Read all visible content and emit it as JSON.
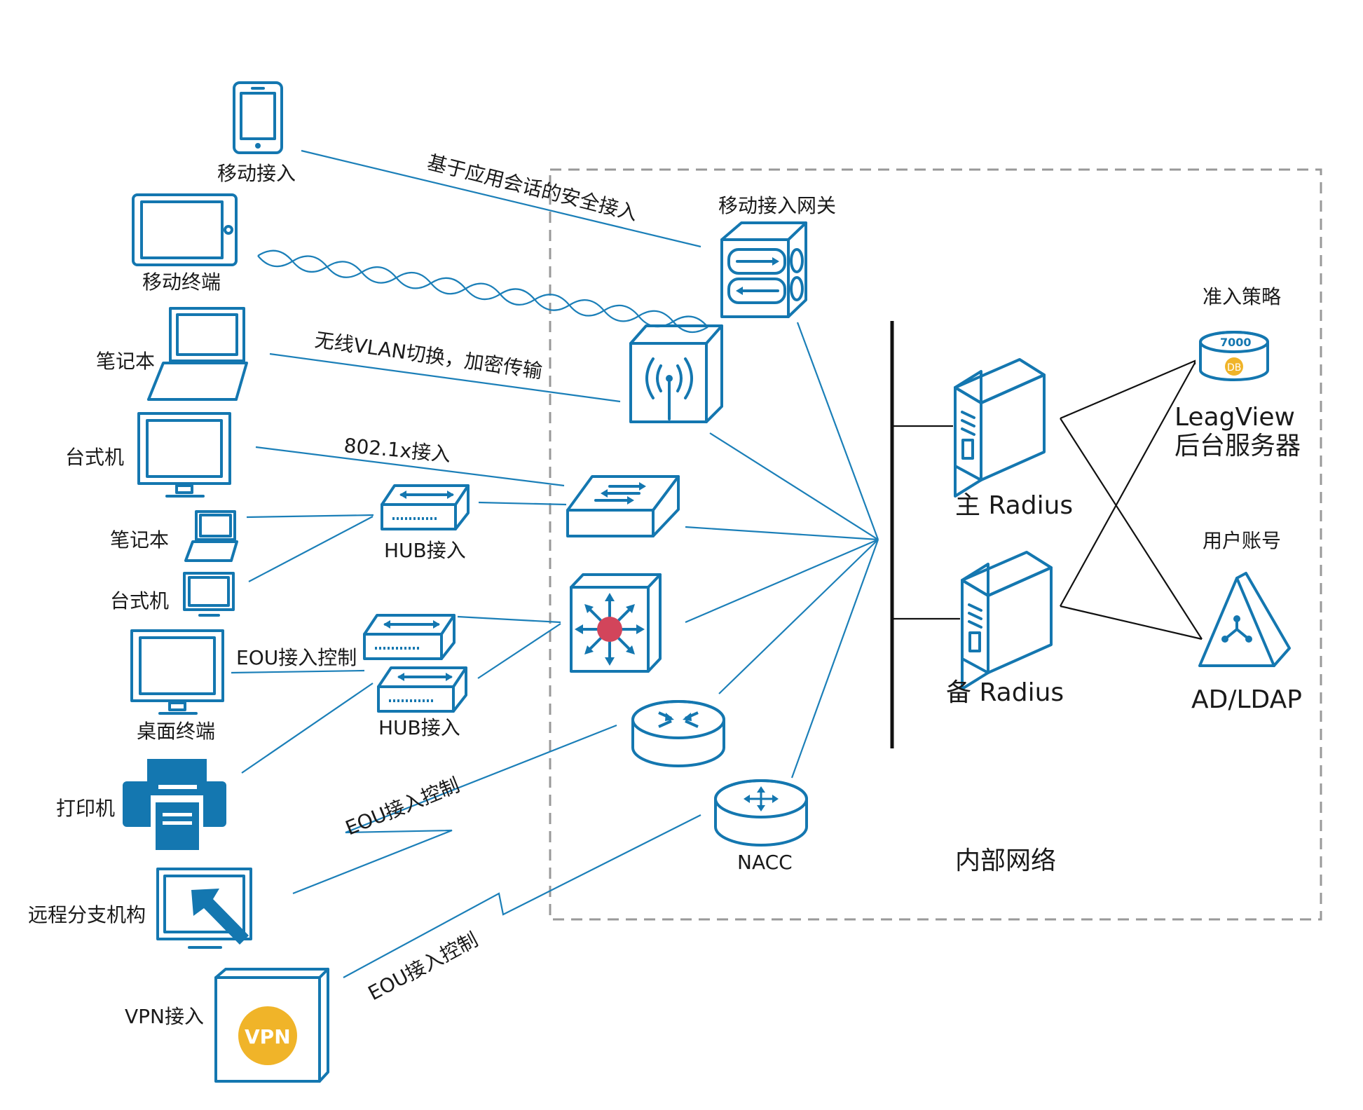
{
  "colors": {
    "icon": "#1477b0",
    "accent_red": "#d2455b",
    "accent_yellow": "#f0b429",
    "frame": "#999999",
    "bus": "#111111"
  },
  "devices": {
    "mobile_access": "移动接入",
    "mobile_terminal": "移动终端",
    "laptop_1": "笔记本",
    "desktop_1": "台式机",
    "laptop_2": "笔记本",
    "desktop_2": "台式机",
    "desktop_terminal": "桌面终端",
    "printer": "打印机",
    "remote_branch": "远程分支机构",
    "vpn_access": "VPN接入",
    "vpn_badge": "VPN"
  },
  "hubs": {
    "hub_1": "HUB接入",
    "hub_2": "HUB接入"
  },
  "links": {
    "app_session": "基于应用会话的安全接入",
    "wireless_vlan": "无线VLAN切换，加密传输",
    "dot1x": "802.1x接入",
    "eou_desktop": "EOU接入控制",
    "eou_branch": "EOU接入控制",
    "eou_vpn": "EOU接入控制"
  },
  "internal": {
    "mobile_gateway": "移动接入网关",
    "nacc": "NACC",
    "network_label": "内部网络",
    "primary_radius": "主 Radius",
    "backup_radius": "备 Radius"
  },
  "backend": {
    "policy_title": "准入策略",
    "db_number": "7000",
    "db_badge": "DB",
    "server_line1": "LeagView",
    "server_line2": "后台服务器",
    "accounts_title": "用户账号",
    "directory": "AD/LDAP"
  },
  "icons": [
    "smartphone-icon",
    "tablet-icon",
    "laptop-icon",
    "monitor-icon",
    "hub-icon",
    "printer-icon",
    "remote-arrow-icon",
    "vpn-box-icon",
    "gateway-icon",
    "wireless-ap-icon",
    "switch-icon",
    "core-switch-icon",
    "router-icon",
    "nacc-router-icon",
    "server-icon",
    "database-icon",
    "directory-icon"
  ]
}
